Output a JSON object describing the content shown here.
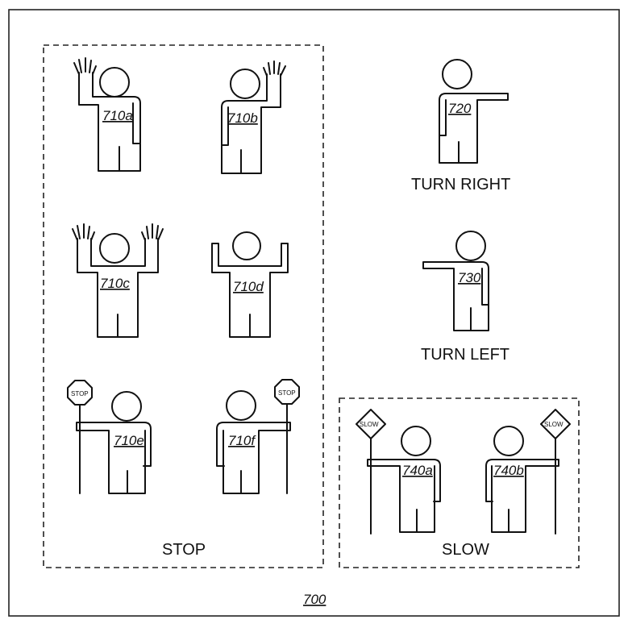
{
  "figure_number": "700",
  "groups": {
    "stop": {
      "caption": "STOP"
    },
    "slow": {
      "caption": "SLOW"
    }
  },
  "captions": {
    "turn_right": "TURN RIGHT",
    "turn_left": "TURN LEFT"
  },
  "figures": {
    "f710a": {
      "label": "710a"
    },
    "f710b": {
      "label": "710b"
    },
    "f710c": {
      "label": "710c"
    },
    "f710d": {
      "label": "710d"
    },
    "f710e": {
      "label": "710e",
      "sign": "STOP"
    },
    "f710f": {
      "label": "710f",
      "sign": "STOP"
    },
    "f720": {
      "label": "720"
    },
    "f730": {
      "label": "730"
    },
    "f740a": {
      "label": "740a",
      "sign": "SLOW"
    },
    "f740b": {
      "label": "740b",
      "sign": "SLOW"
    }
  }
}
